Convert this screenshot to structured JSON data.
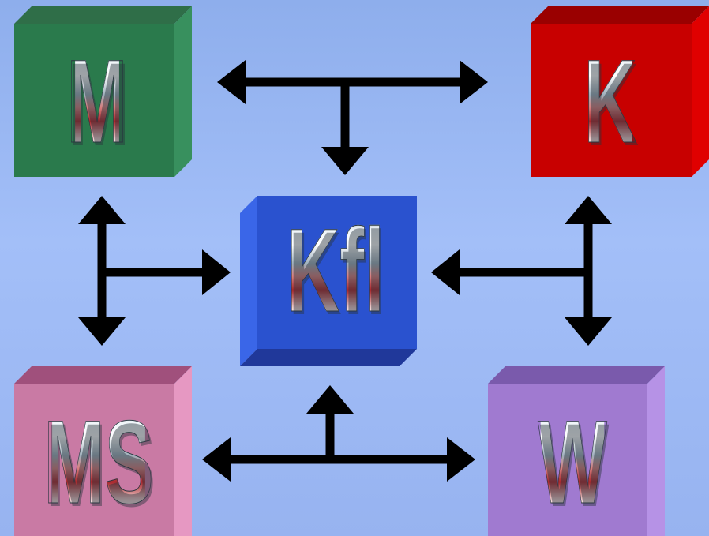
{
  "diagram": {
    "nodes": [
      {
        "id": "M",
        "label": "M",
        "color": "#2a7a4c"
      },
      {
        "id": "K",
        "label": "K",
        "color": "#d00000"
      },
      {
        "id": "Kfl",
        "label": "Kfl",
        "color": "#2a52cf"
      },
      {
        "id": "MS",
        "label": "MS",
        "color": "#d078a8"
      },
      {
        "id": "W",
        "label": "W",
        "color": "#a07ad0"
      }
    ],
    "edges": [
      {
        "from": "M",
        "to": "K",
        "branch_to": "Kfl",
        "style": "bidirectional-with-branch"
      },
      {
        "from": "M",
        "to": "MS",
        "branch_to": "Kfl",
        "style": "bidirectional-with-branch"
      },
      {
        "from": "K",
        "to": "W",
        "branch_to": "Kfl",
        "style": "bidirectional-with-branch"
      },
      {
        "from": "MS",
        "to": "W",
        "branch_to": "Kfl",
        "style": "bidirectional-with-branch"
      }
    ]
  },
  "colors": {
    "background": "#9cb8f4",
    "arrow": "#000000"
  }
}
